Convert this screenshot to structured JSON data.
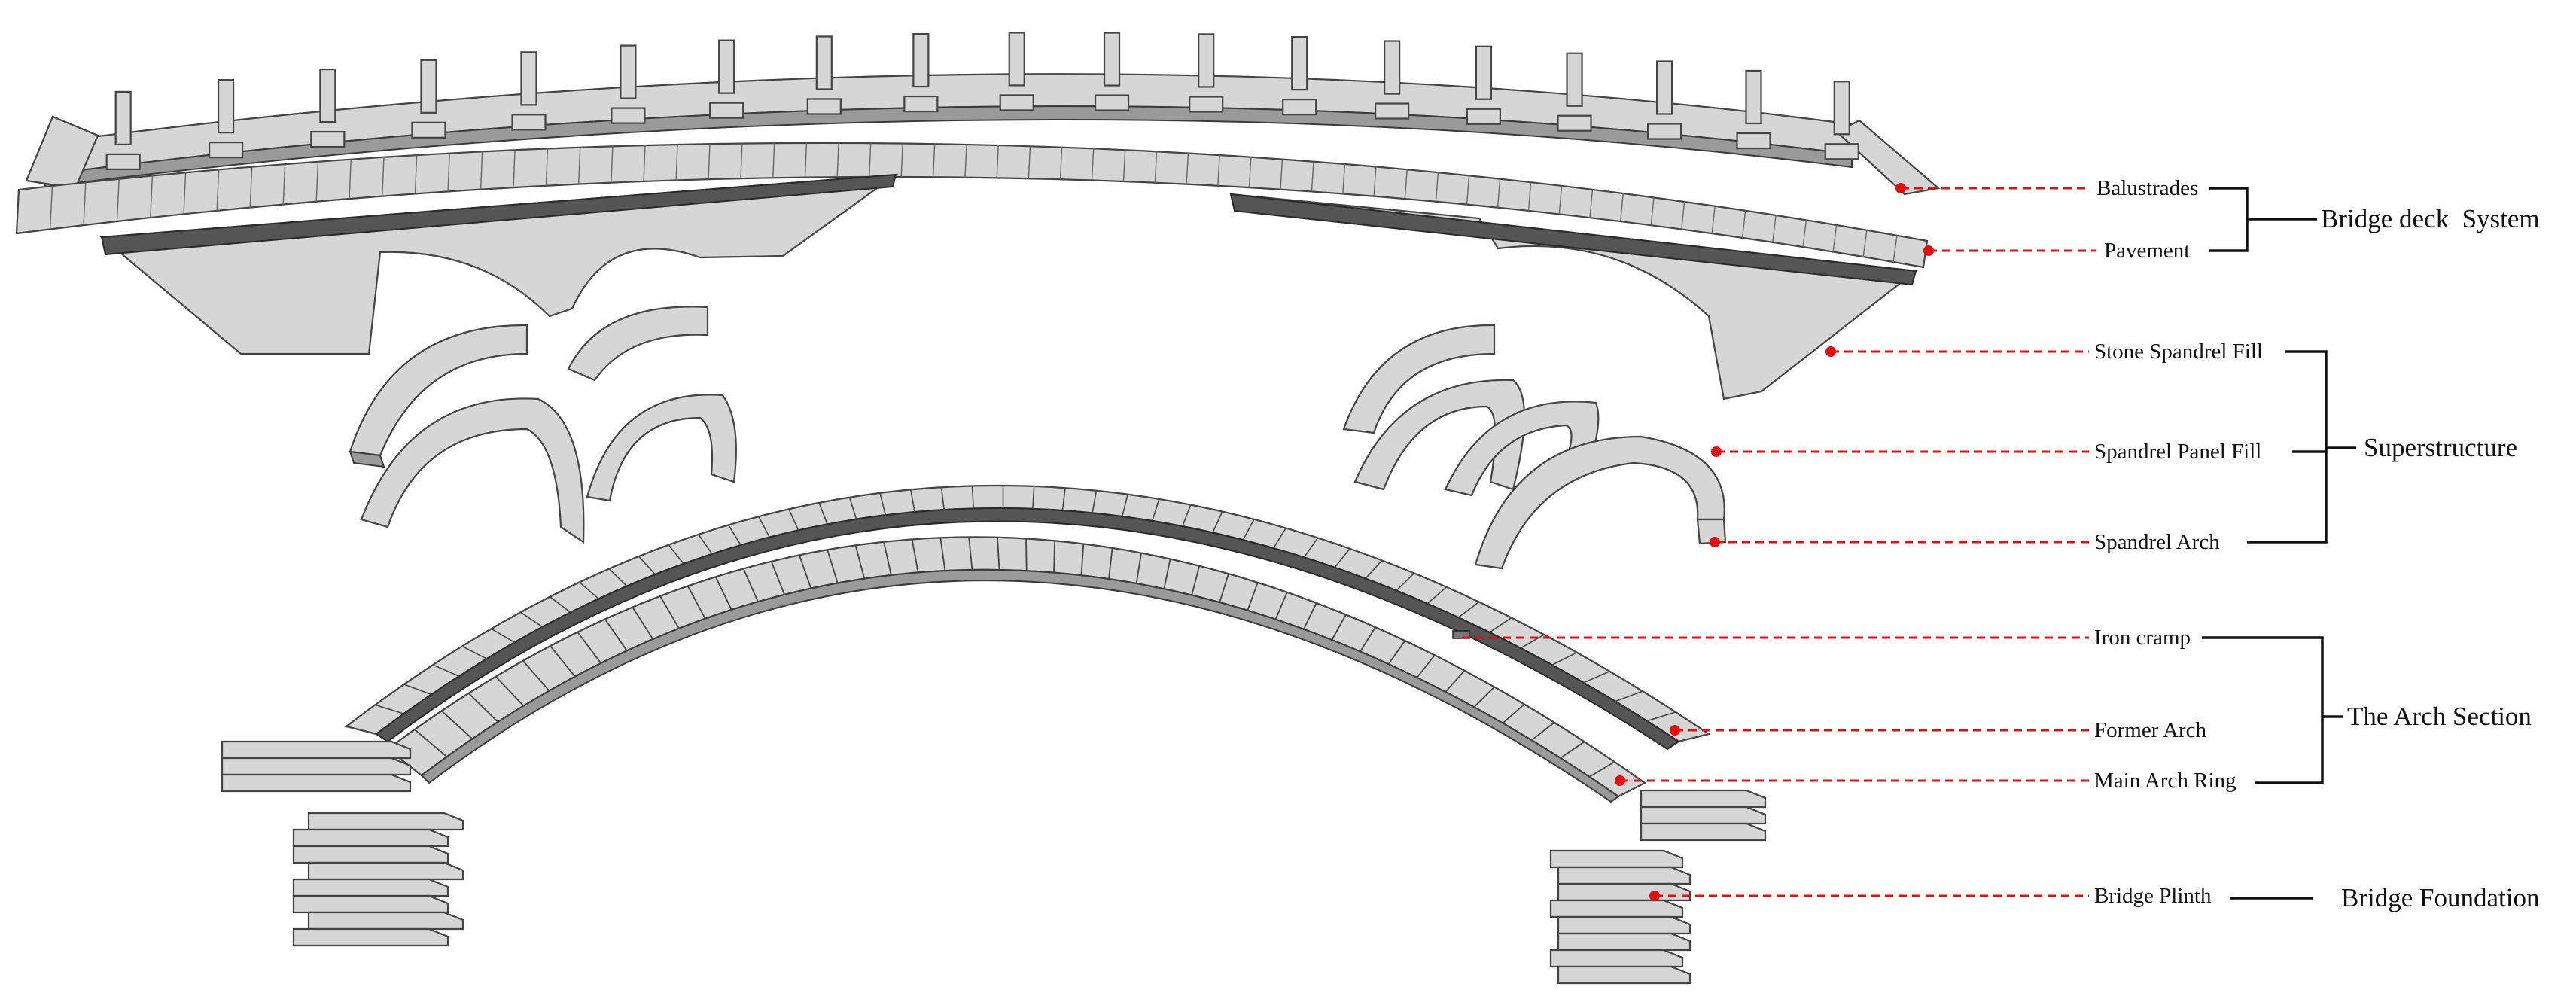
{
  "parts": [
    {
      "id": "balustrades",
      "label": "Balustrades"
    },
    {
      "id": "pavement",
      "label": "Pavement"
    },
    {
      "id": "stone-spandrel-fill",
      "label": "Stone Spandrel Fill"
    },
    {
      "id": "spandrel-panel-fill",
      "label": "Spandrel Panel Fill"
    },
    {
      "id": "spandrel-arch",
      "label": "Spandrel Arch"
    },
    {
      "id": "iron-cramp",
      "label": "Iron cramp"
    },
    {
      "id": "former-arch",
      "label": "Former Arch"
    },
    {
      "id": "main-arch-ring",
      "label": "Main Arch Ring"
    },
    {
      "id": "bridge-plinth",
      "label": "Bridge Plinth"
    }
  ],
  "groups": [
    {
      "id": "bridge-deck-system",
      "label": "Bridge deck  System"
    },
    {
      "id": "superstructure",
      "label": "Superstructure"
    },
    {
      "id": "the-arch-section",
      "label": "The Arch Section"
    },
    {
      "id": "bridge-foundation",
      "label": "Bridge Foundation"
    }
  ],
  "colors": {
    "leader": "#e01010",
    "bracket": "#111111",
    "stone": "#d6d6d6",
    "outline": "#444444"
  }
}
